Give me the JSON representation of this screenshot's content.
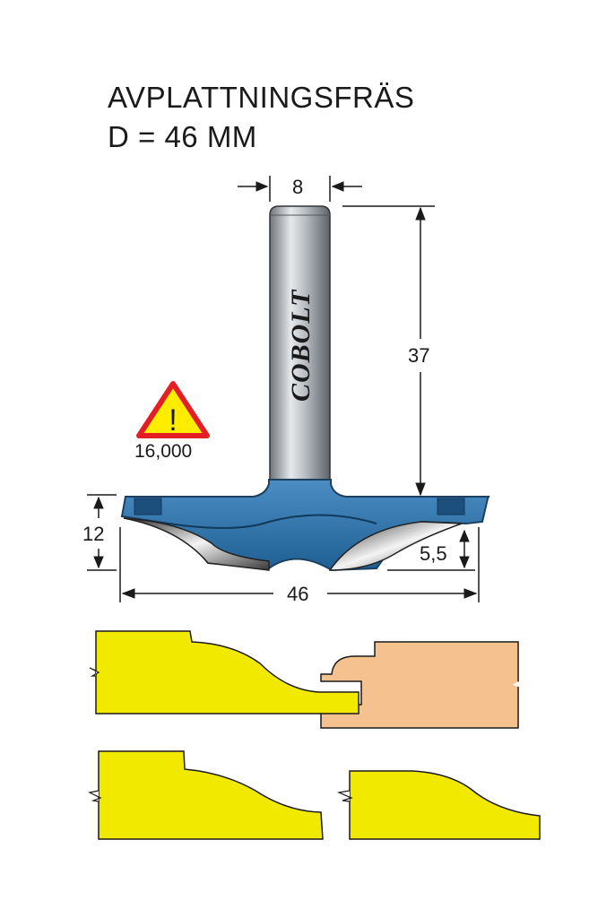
{
  "title": {
    "line1": "AVPLATTNINGSFRÄS",
    "line2": "D = 46 MM"
  },
  "dimensions": {
    "shank_diameter": "8",
    "shank_length": "37",
    "cutter_height": "12",
    "step_height": "5,5",
    "cutter_diameter": "46"
  },
  "brand": "COBOLT",
  "warning": {
    "symbol": "!",
    "max_rpm": "16,000"
  },
  "colors": {
    "cutter": "#2d6fa6",
    "shank": "#b9bec4",
    "profile": "#f2e900",
    "mating_wood": "#f5c28f",
    "warning_border": "#e31e24",
    "warning_fill": "#ffed00"
  },
  "icons": [
    "warning-triangle-icon",
    "dimension-arrow-icon"
  ]
}
